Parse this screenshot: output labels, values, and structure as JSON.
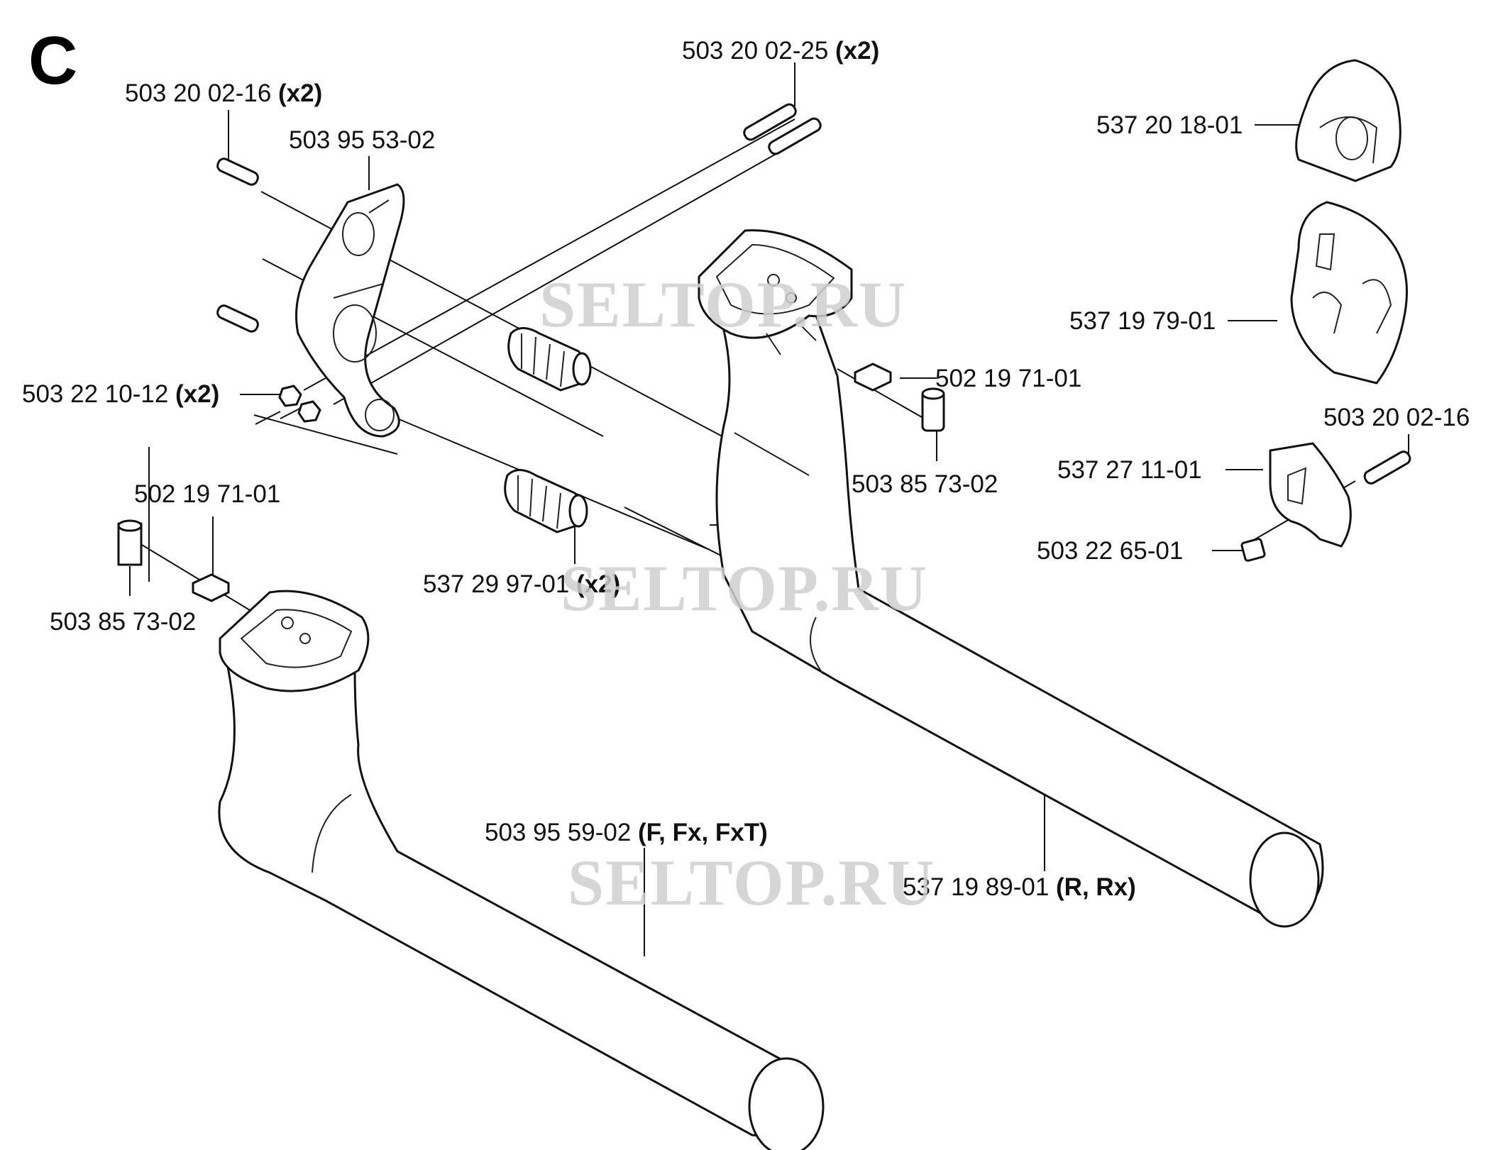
{
  "section_letter": "C",
  "watermark_text": "SELTOP.RU",
  "colors": {
    "ink": "#111111",
    "watermark": "#cfcfcf",
    "background": "#ffffff"
  },
  "labels": {
    "screw_top_left": {
      "number": "503 20 02-16",
      "qty": "(x2)"
    },
    "screw_top_center": {
      "number": "503 20 02-25",
      "qty": "(x2)"
    },
    "bracket": {
      "number": "503 95 53-02",
      "qty": ""
    },
    "nut_left": {
      "number": "503 22 10-12",
      "qty": "(x2)"
    },
    "clip_top": {
      "number": "537 20 18-01",
      "qty": ""
    },
    "clip_mid": {
      "number": "537 19 79-01",
      "qty": ""
    },
    "square_nut_right": {
      "number": "502 19 71-01",
      "qty": ""
    },
    "spacer_right": {
      "number": "503 85 73-02",
      "qty": ""
    },
    "screw_right": {
      "number": "503 20 02-16",
      "qty": ""
    },
    "lever_right": {
      "number": "537 27 11-01",
      "qty": ""
    },
    "nut_right": {
      "number": "503 22 65-01",
      "qty": ""
    },
    "square_nut_left": {
      "number": "502 19 71-01",
      "qty": ""
    },
    "spacer_left": {
      "number": "503 85 73-02",
      "qty": ""
    },
    "damper": {
      "number": "537 29 97-01",
      "qty": "(x2)"
    },
    "handle_left": {
      "number": "503 95 59-02",
      "qty": "(F, Fx, FxT)"
    },
    "handle_right": {
      "number": "537 19 89-01",
      "qty": "(R, Rx)"
    }
  }
}
